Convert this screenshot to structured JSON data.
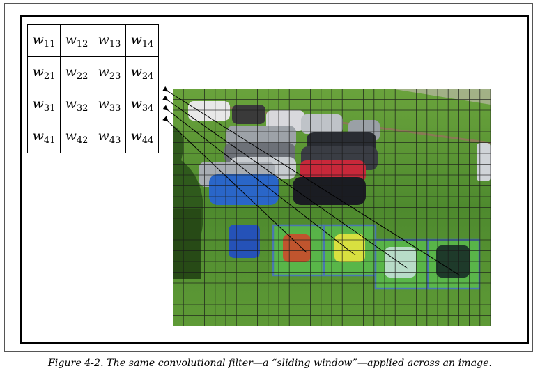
{
  "weights": [
    [
      "11",
      "12",
      "13",
      "14"
    ],
    [
      "21",
      "22",
      "23",
      "24"
    ],
    [
      "31",
      "32",
      "33",
      "34"
    ],
    [
      "41",
      "42",
      "43",
      "44"
    ]
  ],
  "weight_symbol": "w",
  "caption": "Figure 4-2. The same convolutional filter—a “sliding window”—applied across an image.",
  "colors": {
    "grass": "#4e8a2e",
    "grid_line": "#1a1a1a",
    "window_fill": "#5cd35c",
    "window_border": "#4a78b0"
  }
}
